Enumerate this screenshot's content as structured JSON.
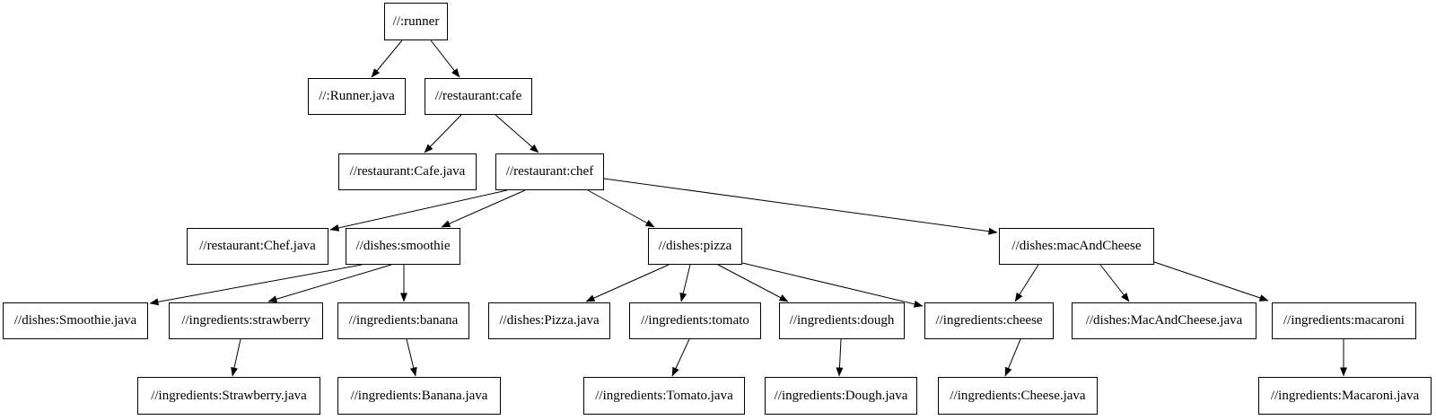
{
  "graph": {
    "description": "Build target dependency graph",
    "node_border_color": "#000000",
    "node_fill_color": "#ffffff",
    "edge_color": "#000000",
    "nodes": [
      {
        "id": "runner",
        "label": "//:runner"
      },
      {
        "id": "runner-java",
        "label": "//:Runner.java"
      },
      {
        "id": "cafe",
        "label": "//restaurant:cafe"
      },
      {
        "id": "cafe-java",
        "label": "//restaurant:Cafe.java"
      },
      {
        "id": "chef",
        "label": "//restaurant:chef"
      },
      {
        "id": "chef-java",
        "label": "//restaurant:Chef.java"
      },
      {
        "id": "smoothie",
        "label": "//dishes:smoothie"
      },
      {
        "id": "pizza",
        "label": "//dishes:pizza"
      },
      {
        "id": "mac-and-cheese",
        "label": "//dishes:macAndCheese"
      },
      {
        "id": "smoothie-java",
        "label": "//dishes:Smoothie.java"
      },
      {
        "id": "strawberry",
        "label": "//ingredients:strawberry"
      },
      {
        "id": "banana",
        "label": "//ingredients:banana"
      },
      {
        "id": "pizza-java",
        "label": "//dishes:Pizza.java"
      },
      {
        "id": "tomato",
        "label": "//ingredients:tomato"
      },
      {
        "id": "dough",
        "label": "//ingredients:dough"
      },
      {
        "id": "cheese",
        "label": "//ingredients:cheese"
      },
      {
        "id": "mac-and-cheese-java",
        "label": "//dishes:MacAndCheese.java"
      },
      {
        "id": "macaroni",
        "label": "//ingredients:macaroni"
      },
      {
        "id": "strawberry-java",
        "label": "//ingredients:Strawberry.java"
      },
      {
        "id": "banana-java",
        "label": "//ingredients:Banana.java"
      },
      {
        "id": "tomato-java",
        "label": "//ingredients:Tomato.java"
      },
      {
        "id": "dough-java",
        "label": "//ingredients:Dough.java"
      },
      {
        "id": "cheese-java",
        "label": "//ingredients:Cheese.java"
      },
      {
        "id": "macaroni-java",
        "label": "//ingredients:Macaroni.java"
      }
    ],
    "edges": [
      [
        "runner",
        "runner-java"
      ],
      [
        "runner",
        "cafe"
      ],
      [
        "cafe",
        "cafe-java"
      ],
      [
        "cafe",
        "chef"
      ],
      [
        "chef",
        "chef-java"
      ],
      [
        "chef",
        "smoothie"
      ],
      [
        "chef",
        "pizza"
      ],
      [
        "chef",
        "mac-and-cheese"
      ],
      [
        "smoothie",
        "smoothie-java"
      ],
      [
        "smoothie",
        "strawberry"
      ],
      [
        "smoothie",
        "banana"
      ],
      [
        "strawberry",
        "strawberry-java"
      ],
      [
        "banana",
        "banana-java"
      ],
      [
        "pizza",
        "pizza-java"
      ],
      [
        "pizza",
        "tomato"
      ],
      [
        "pizza",
        "dough"
      ],
      [
        "pizza",
        "cheese"
      ],
      [
        "tomato",
        "tomato-java"
      ],
      [
        "dough",
        "dough-java"
      ],
      [
        "cheese",
        "cheese-java"
      ],
      [
        "mac-and-cheese",
        "cheese"
      ],
      [
        "mac-and-cheese",
        "mac-and-cheese-java"
      ],
      [
        "mac-and-cheese",
        "macaroni"
      ],
      [
        "macaroni",
        "macaroni-java"
      ]
    ]
  }
}
